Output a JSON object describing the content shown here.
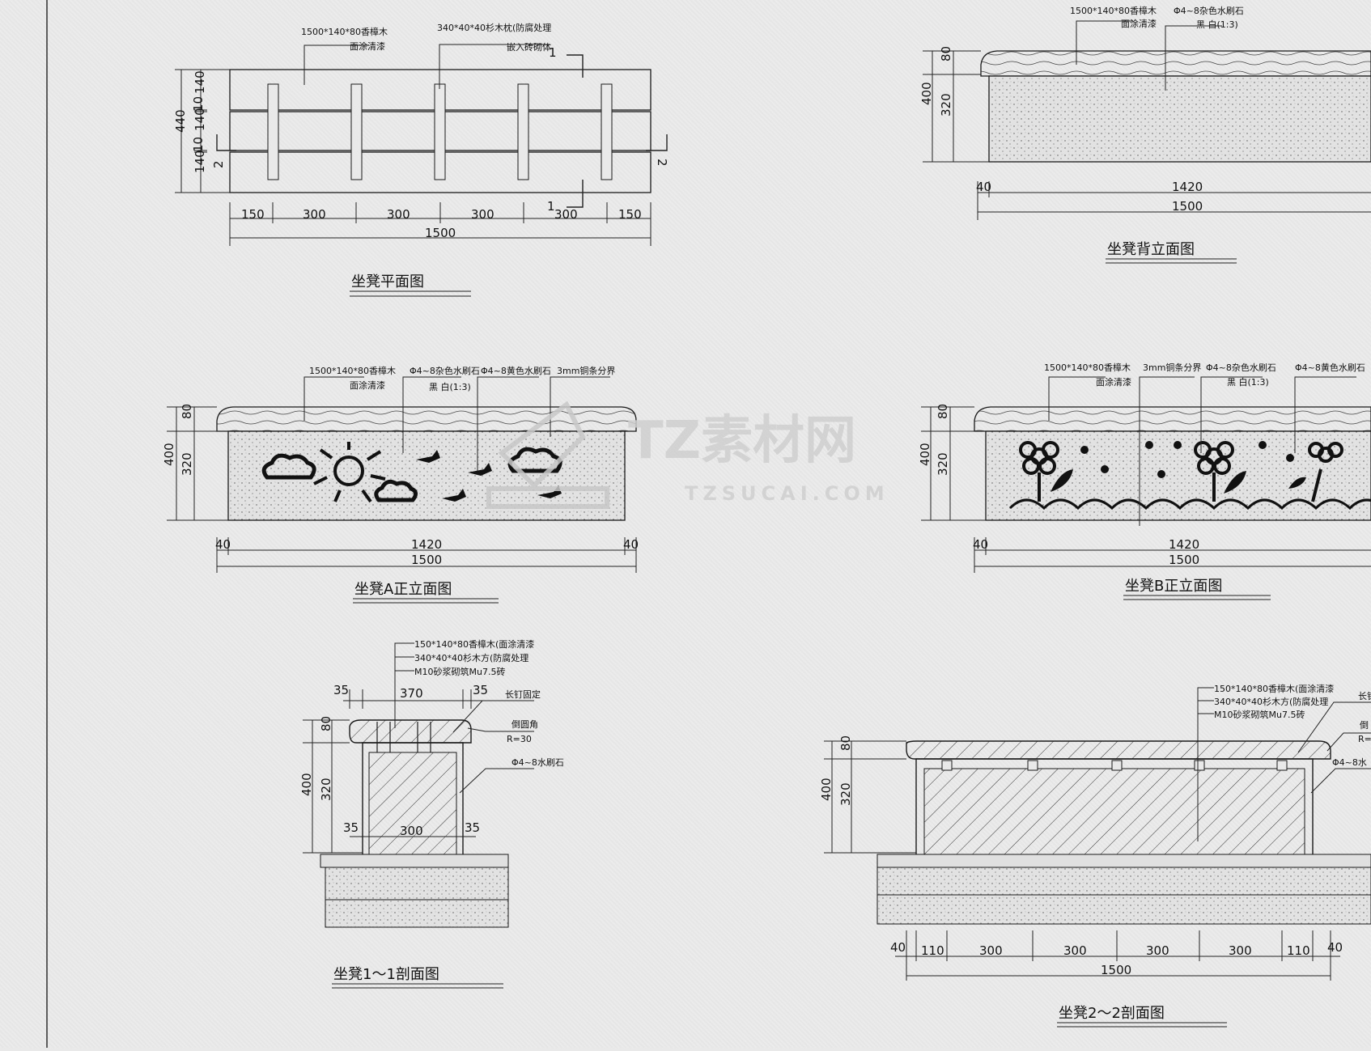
{
  "colors": {
    "paper": "#ebebeb",
    "line": "#1a1a1a",
    "fill": "#d8d8d8",
    "watermark": "#cfcfcf"
  },
  "plan": {
    "title": "坐凳平面图",
    "label_wood": "1500*140*80香樟木",
    "label_wood_sub": "面涂清漆",
    "label_post": "340*40*40杉木枕(防腐处理",
    "label_post_sub": "嵌入砖砌体",
    "marker_1": "1",
    "marker_2": "2",
    "h_dims": [
      "150",
      "300",
      "300",
      "300",
      "300",
      "150"
    ],
    "total": "1500",
    "v_dims": [
      "140",
      "10",
      "140",
      "10",
      "140"
    ],
    "v_total": "440"
  },
  "back": {
    "title": "坐凳背立面图",
    "label_wood": "1500*140*80香樟木",
    "label_wood_sub": "面涂清漆",
    "label_stone": "Φ4~8杂色水刷石",
    "label_stone_sub": "黑 白(1:3)",
    "v_dims": [
      "80",
      "320"
    ],
    "v_total": "400",
    "d_small": "40",
    "d_mid": "1420",
    "d_total": "1500"
  },
  "elevA": {
    "title": "坐凳A正立面图",
    "label_wood": "1500*140*80香樟木",
    "label_wood_sub": "面涂清漆",
    "label_stone1": "Φ4~8杂色水刷石",
    "label_stone1_sub": "黑 白(1:3)",
    "label_stone2": "Φ4~8黄色水刷石",
    "label_copper": "3mm铜条分界",
    "v_dims": [
      "80",
      "320"
    ],
    "v_total": "400",
    "d_small": "40",
    "d_mid": "1420",
    "d_total": "1500"
  },
  "elevB": {
    "title": "坐凳B正立面图",
    "label_wood": "1500*140*80香樟木",
    "label_wood_sub": "面涂清漆",
    "label_copper": "3mm铜条分界",
    "label_stone1": "Φ4~8杂色水刷石",
    "label_stone1_sub": "黑 白(1:3)",
    "label_stone2": "Φ4~8黄色水刷石",
    "v_dims": [
      "80",
      "320"
    ],
    "v_total": "400",
    "d_small": "40",
    "d_mid": "1420",
    "d_total": "1500"
  },
  "sec1": {
    "title": "坐凳1～1剖面图",
    "label_a": "150*140*80香樟木(面涂清漆",
    "label_b": "340*40*40杉木方(防腐处理",
    "label_c": "M10砂浆砌筑Mu7.5砖",
    "label_nail": "长钉固定",
    "label_fillet": "倒圆角",
    "label_r": "R=30",
    "label_stone": "Φ4~8水刷石",
    "top_dims": [
      "35",
      "370",
      "35"
    ],
    "v_dims": [
      "80",
      "320"
    ],
    "v_total": "400",
    "mid_dims": [
      "35",
      "300",
      "35"
    ]
  },
  "sec2": {
    "title": "坐凳2～2剖面图",
    "label_a": "150*140*80香樟木(面涂清漆",
    "label_b": "340*40*40杉木方(防腐处理",
    "label_c": "M10砂浆砌筑Mu7.5砖",
    "label_nail": "长钉",
    "label_fillet": "倒",
    "label_r": "R=",
    "label_stone": "Φ4~8水",
    "v_dims": [
      "80",
      "320"
    ],
    "v_total": "400",
    "h_dims": [
      "40",
      "110",
      "300",
      "300",
      "300",
      "300",
      "110",
      "40"
    ],
    "total": "1500"
  },
  "watermark": {
    "brand": "TZ素材网",
    "url": "TZSUCAI.COM"
  }
}
